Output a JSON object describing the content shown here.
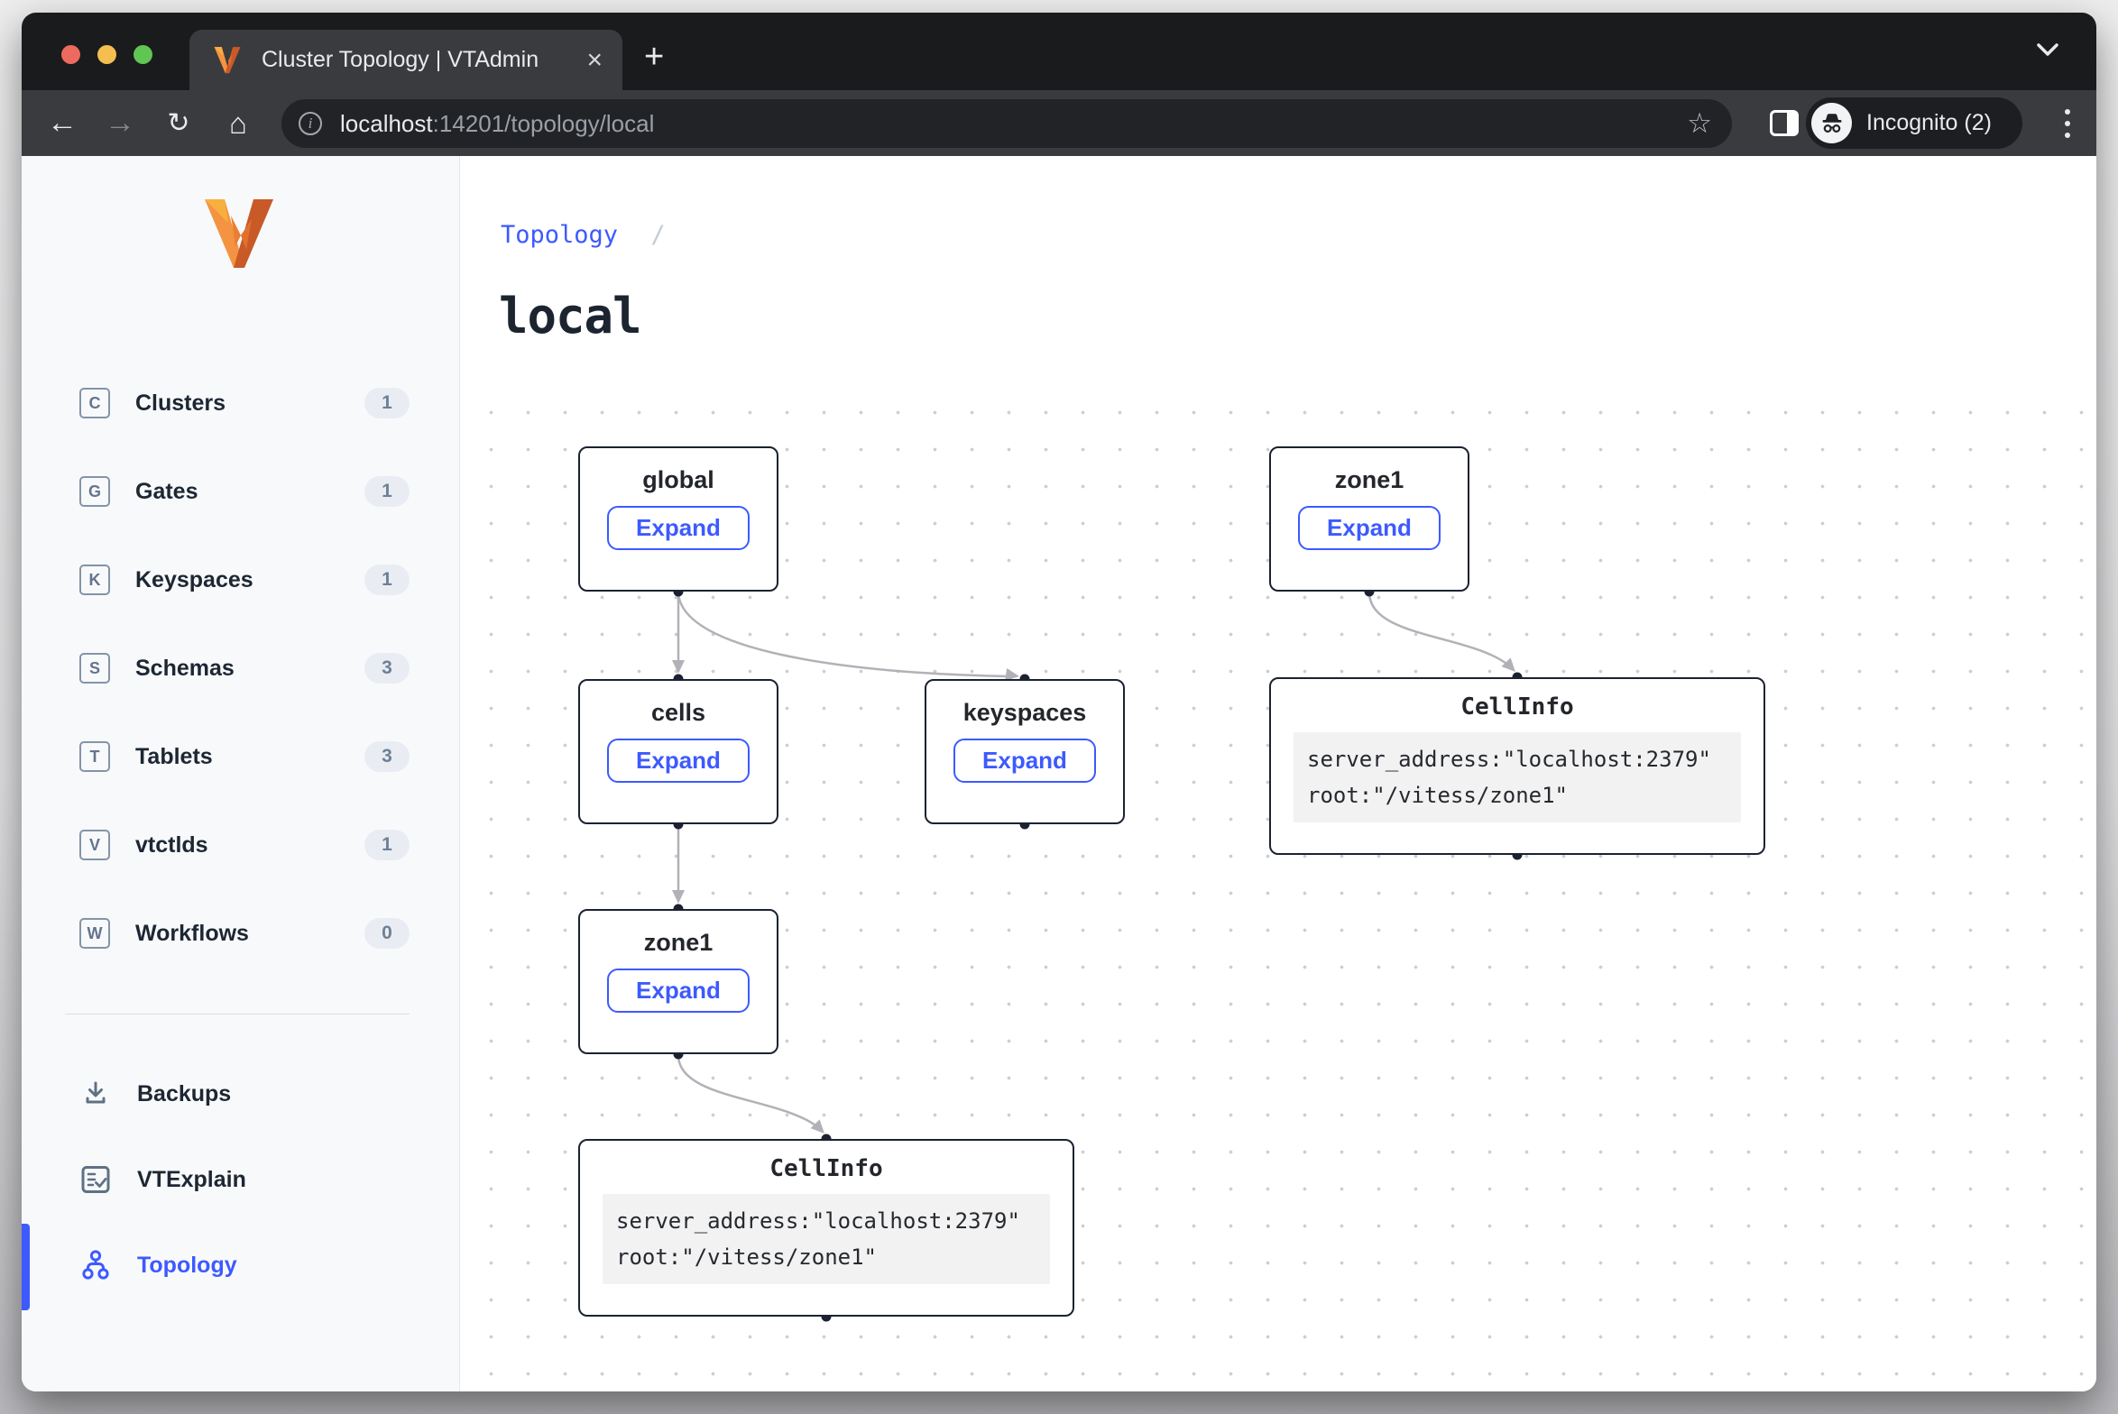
{
  "browser": {
    "tab_title": "Cluster Topology | VTAdmin",
    "url_host": "localhost",
    "url_rest": ":14201/topology/local",
    "incognito_label": "Incognito (2)",
    "glyphs": {
      "back": "←",
      "forward": "→",
      "reload": "↻",
      "home": "⌂",
      "star": "☆",
      "close_tab": "×",
      "new_tab": "+",
      "info": "i"
    }
  },
  "sidebar": {
    "items": [
      {
        "icon_letter": "C",
        "label": "Clusters",
        "count": "1"
      },
      {
        "icon_letter": "G",
        "label": "Gates",
        "count": "1"
      },
      {
        "icon_letter": "K",
        "label": "Keyspaces",
        "count": "1"
      },
      {
        "icon_letter": "S",
        "label": "Schemas",
        "count": "3"
      },
      {
        "icon_letter": "T",
        "label": "Tablets",
        "count": "3"
      },
      {
        "icon_letter": "V",
        "label": "vtctlds",
        "count": "1"
      },
      {
        "icon_letter": "W",
        "label": "Workflows",
        "count": "0"
      }
    ],
    "tools": [
      {
        "label": "Backups"
      },
      {
        "label": "VTExplain"
      },
      {
        "label": "Topology"
      }
    ]
  },
  "page": {
    "breadcrumb": "Topology",
    "breadcrumb_sep": "/",
    "title": "local"
  },
  "graph": {
    "nodes": [
      {
        "id": "global",
        "title": "global",
        "button": "Expand"
      },
      {
        "id": "zone1-top",
        "title": "zone1",
        "button": "Expand"
      },
      {
        "id": "cells",
        "title": "cells",
        "button": "Expand"
      },
      {
        "id": "keyspaces",
        "title": "keyspaces",
        "button": "Expand"
      },
      {
        "id": "cellinfo-right",
        "title": "CellInfo",
        "code_line1": "server_address:\"localhost:2379\"",
        "code_line2": "root:\"/vitess/zone1\""
      },
      {
        "id": "zone1-lower",
        "title": "zone1",
        "button": "Expand"
      },
      {
        "id": "cellinfo-bottom",
        "title": "CellInfo",
        "code_line1": "server_address:\"localhost:2379\"",
        "code_line2": "root:\"/vitess/zone1\""
      }
    ],
    "edges": [
      {
        "from": "global",
        "to": "cells"
      },
      {
        "from": "global",
        "to": "keyspaces"
      },
      {
        "from": "zone1-top",
        "to": "cellinfo-right"
      },
      {
        "from": "cells",
        "to": "zone1-lower"
      },
      {
        "from": "zone1-lower",
        "to": "cellinfo-bottom"
      }
    ]
  },
  "colors": {
    "accent": "#3d5afe",
    "edge": "#b1b1b7",
    "node_border": "#1b2231",
    "sidebar_bg": "#f8f9fb"
  }
}
